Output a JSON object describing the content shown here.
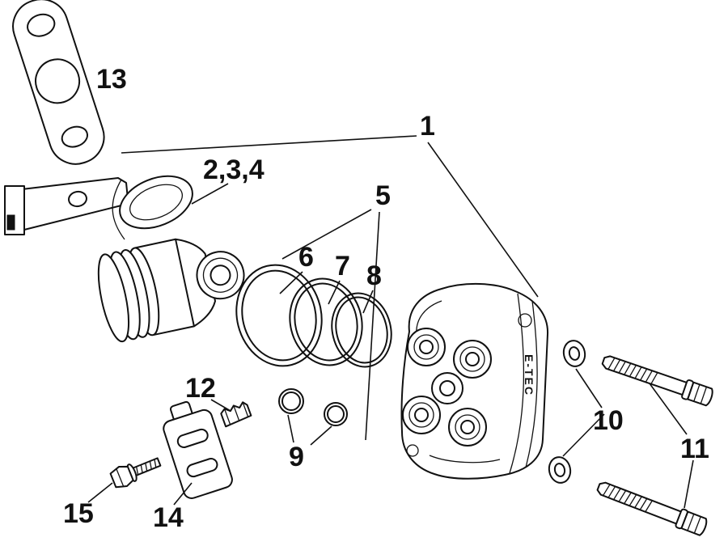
{
  "colors": {
    "line": "#111111",
    "background": "#ffffff"
  },
  "labels": {
    "part1": "1",
    "part234": "2,3,4",
    "part5": "5",
    "part6": "6",
    "part7": "7",
    "part8": "8",
    "part9": "9",
    "part10": "10",
    "part11": "11",
    "part12": "12",
    "part13": "13",
    "part14": "14",
    "part15": "15"
  },
  "engraving": {
    "housing_side": "E-TEC"
  }
}
